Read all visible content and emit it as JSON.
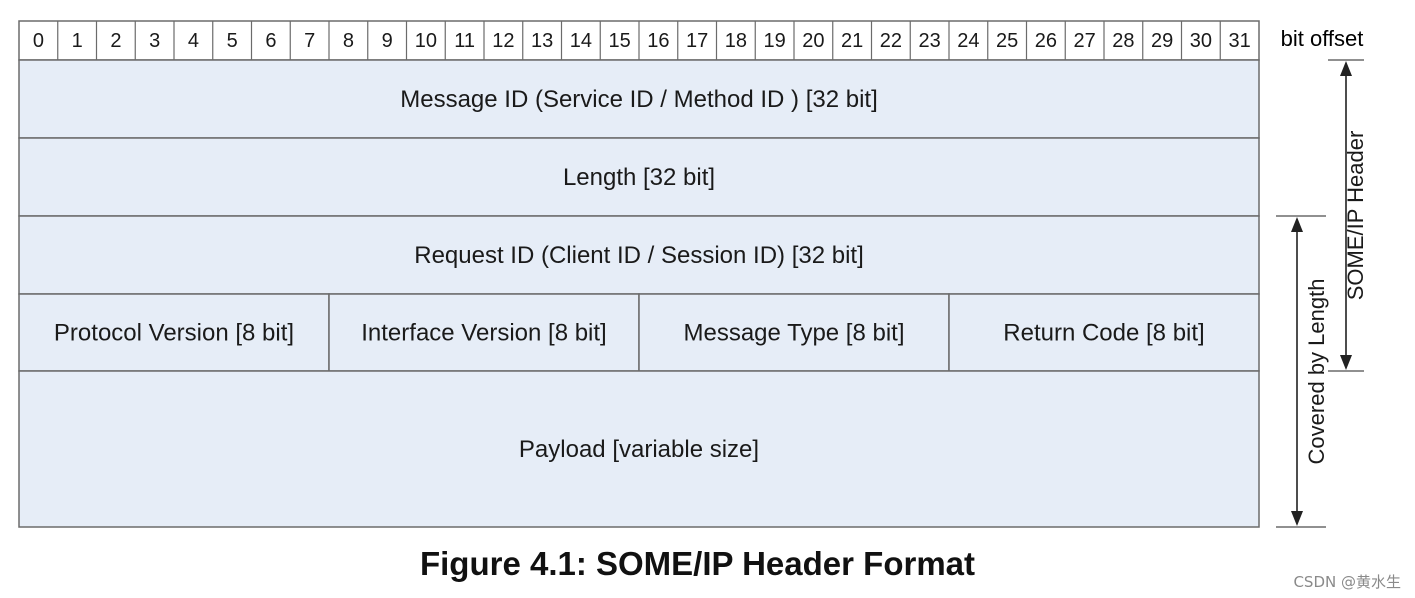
{
  "bit_offset_label": "bit offset",
  "bits": [
    "0",
    "1",
    "2",
    "3",
    "4",
    "5",
    "6",
    "7",
    "8",
    "9",
    "10",
    "11",
    "12",
    "13",
    "14",
    "15",
    "16",
    "17",
    "18",
    "19",
    "20",
    "21",
    "22",
    "23",
    "24",
    "25",
    "26",
    "27",
    "28",
    "29",
    "30",
    "31"
  ],
  "rows": [
    {
      "fields": [
        {
          "label": "Message ID (Service ID / Method ID ) [32 bit]",
          "bits": 32
        }
      ]
    },
    {
      "fields": [
        {
          "label": "Length [32 bit]",
          "bits": 32
        }
      ]
    },
    {
      "fields": [
        {
          "label": "Request ID (Client ID / Session ID) [32 bit]",
          "bits": 32
        }
      ]
    },
    {
      "fields": [
        {
          "label": "Protocol Version [8 bit]",
          "bits": 8
        },
        {
          "label": "Interface Version [8 bit]",
          "bits": 8
        },
        {
          "label": "Message Type [8 bit]",
          "bits": 8
        },
        {
          "label": "Return Code [8 bit]",
          "bits": 8
        }
      ]
    },
    {
      "fields": [
        {
          "label": "Payload [variable size]",
          "bits": 32
        }
      ]
    }
  ],
  "brackets": {
    "header": {
      "label": "SOME/IP Header",
      "from_row": 0,
      "to_row": 3
    },
    "length": {
      "label": "Covered by Length",
      "from_row": 2,
      "to_row": 4
    }
  },
  "caption": "Figure 4.1: SOME/IP Header Format",
  "watermark": "CSDN @黄水生",
  "colors": {
    "field_fill": "#e6edf7",
    "line": "#6b6b6b",
    "text": "#1a1a1a"
  }
}
